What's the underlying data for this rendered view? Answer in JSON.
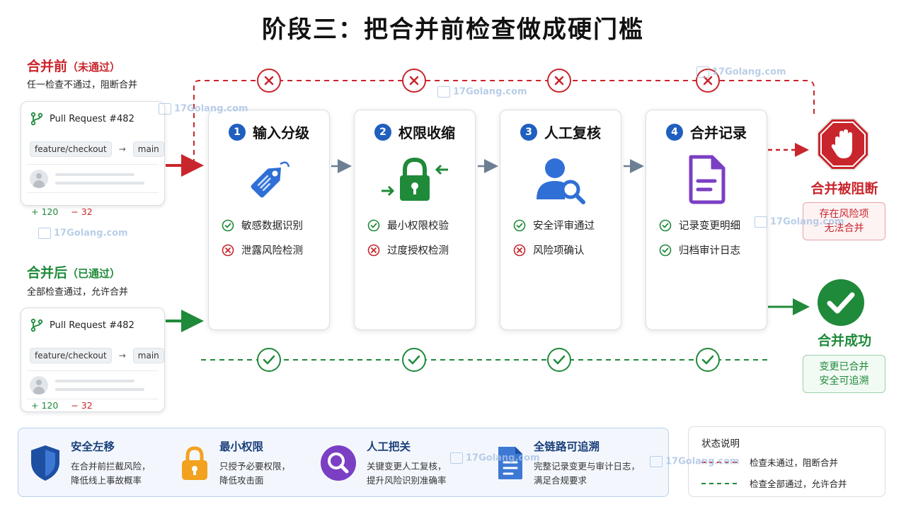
{
  "title": "阶段三：把合并前检查做成硬门槛",
  "before": {
    "title": "合并前",
    "status": "（未通过）",
    "desc": "任一检查不通过，阻断合并"
  },
  "after": {
    "title": "合并后",
    "status": "（已通过）",
    "desc": "全部检查通过，允许合并"
  },
  "pr": {
    "title": "Pull Request #482",
    "from_branch": "feature/checkout",
    "to_branch": "main",
    "additions": "+ 120",
    "deletions": "− 32"
  },
  "stages": [
    {
      "num": "1",
      "title": "输入分级",
      "icon": "tag-icon",
      "checks": [
        {
          "label": "敏感数据识别",
          "ok": true
        },
        {
          "label": "泄露风险检测",
          "ok": false
        }
      ]
    },
    {
      "num": "2",
      "title": "权限收缩",
      "icon": "lock-icon",
      "checks": [
        {
          "label": "最小权限校验",
          "ok": true
        },
        {
          "label": "过度授权检测",
          "ok": false
        }
      ]
    },
    {
      "num": "3",
      "title": "人工复核",
      "icon": "user-search-icon",
      "checks": [
        {
          "label": "安全评审通过",
          "ok": true
        },
        {
          "label": "风险项确认",
          "ok": false
        }
      ]
    },
    {
      "num": "4",
      "title": "合并记录",
      "icon": "document-icon",
      "checks": [
        {
          "label": "记录变更明细",
          "ok": true
        },
        {
          "label": "归档审计日志",
          "ok": true
        }
      ]
    }
  ],
  "blocked": {
    "label": "合并被阻断",
    "line1": "存在风险项",
    "line2": "无法合并"
  },
  "success": {
    "label": "合并成功",
    "line1": "变更已合并",
    "line2": "安全可追溯"
  },
  "features": [
    {
      "title": "安全左移",
      "line1": "在合并前拦截风险，",
      "line2": "降低线上事故概率",
      "icon": "shield-icon"
    },
    {
      "title": "最小权限",
      "line1": "只授予必要权限，",
      "line2": "降低攻击面",
      "icon": "padlock-icon"
    },
    {
      "title": "人工把关",
      "line1": "关键变更人工复核，",
      "line2": "提升风险识别准确率",
      "icon": "magnifier-icon"
    },
    {
      "title": "全链路可追溯",
      "line1": "完整记录变更与审计日志，",
      "line2": "满足合规要求",
      "icon": "file-icon"
    }
  ],
  "legend": {
    "title": "状态说明",
    "red_text": "检查未通过，阻断合并",
    "green_text": "检查全部通过，允许合并"
  },
  "watermark": "17Golang.com",
  "colors": {
    "red": "#c9252c",
    "green": "#1f8a3a",
    "blue": "#1f5fbf",
    "purple": "#7b3fc4",
    "orange": "#f2a21e"
  }
}
